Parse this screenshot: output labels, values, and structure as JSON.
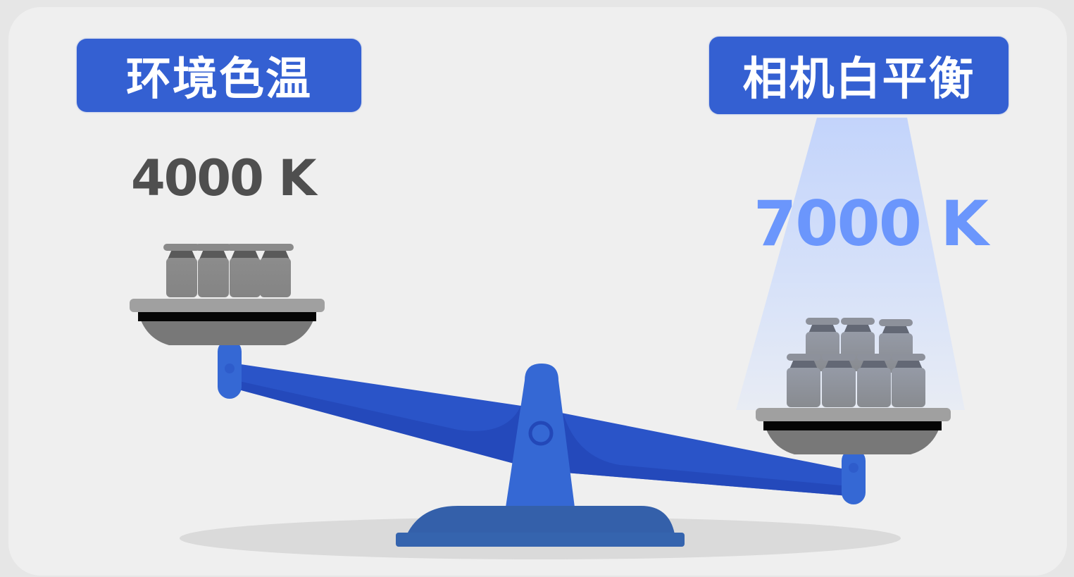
{
  "diagram": {
    "title": "Color temperature vs. camera white balance (balance scale)",
    "left": {
      "label": "环境色温",
      "value": "4000 K",
      "weight_count": 4
    },
    "right": {
      "label": "相机白平衡",
      "value": "7000 K",
      "weight_count": 7
    },
    "colors": {
      "card_background": "#efefef",
      "outer_background": "#e6e6e6",
      "label_fill": "#3460d2",
      "label_text": "#ffffff",
      "left_value_text": "#4f4f4f",
      "right_value_text": "#6b96fc",
      "spotlight": "#c6d6fb",
      "beam": "#2a54c8",
      "beam_shade": "#2348b8",
      "fulcrum": "#3568d4",
      "base": "#3460aa",
      "pan_tray": "#a0a0a0",
      "pan_bowl": "#787878",
      "pan_rim": "#050505",
      "weight": "#8a8a8a",
      "shadow": "#dadada"
    }
  }
}
